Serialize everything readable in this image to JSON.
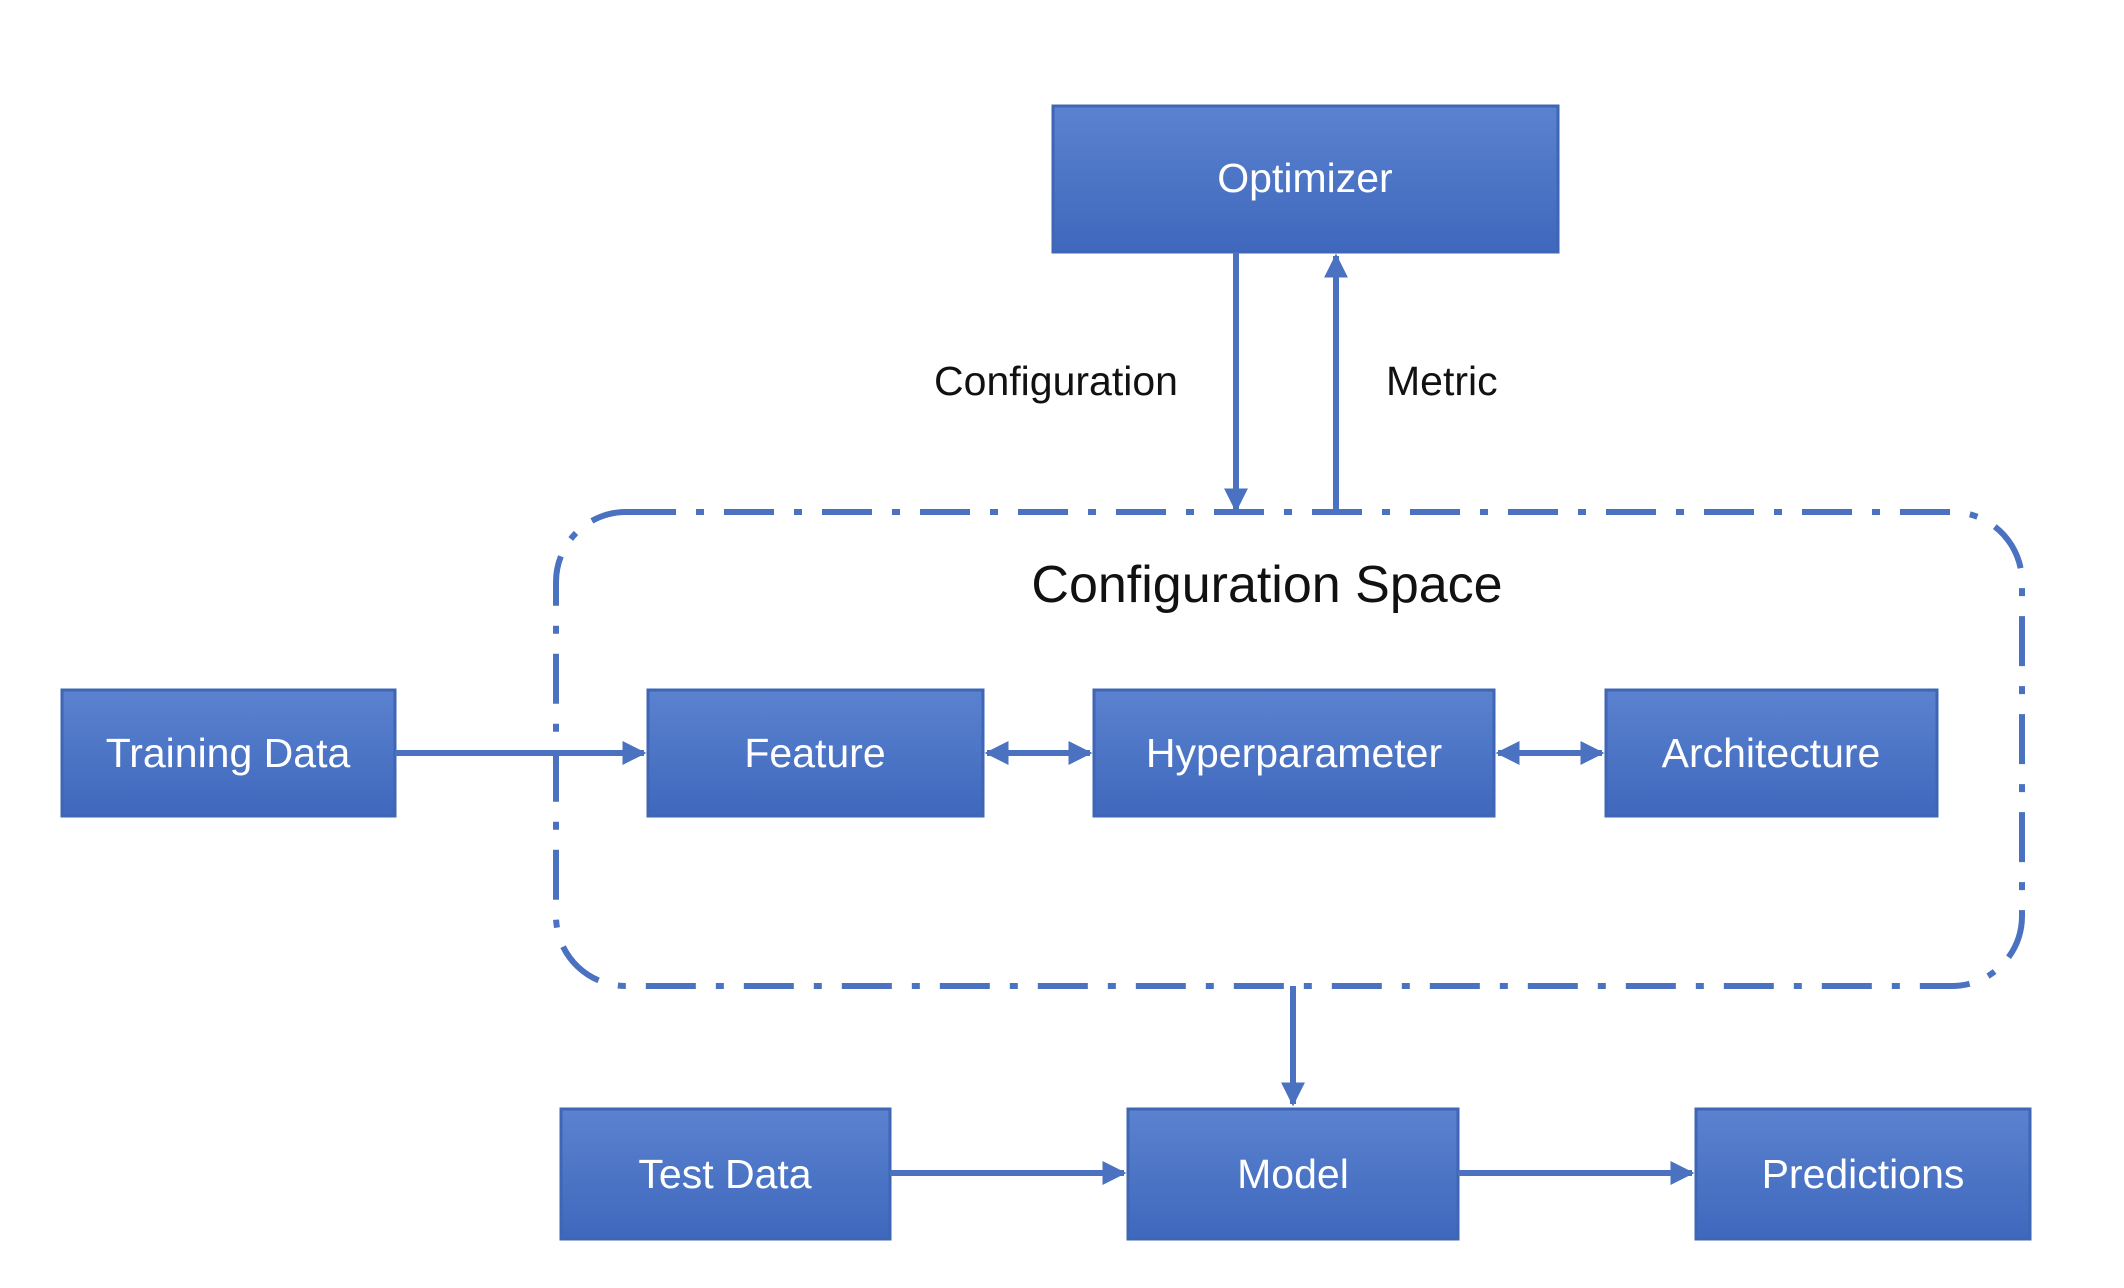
{
  "diagram": {
    "title": "",
    "nodes": {
      "optimizer": "Optimizer",
      "training_data": "Training Data",
      "feature": "Feature",
      "hyperparameter": "Hyperparameter",
      "architecture": "Architecture",
      "test_data": "Test Data",
      "model": "Model",
      "predictions": "Predictions"
    },
    "regions": {
      "configuration_space": "Configuration Space"
    },
    "edge_labels": {
      "configuration": "Configuration",
      "metric": "Metric"
    },
    "edges": [
      {
        "from": "optimizer",
        "to": "configuration_space",
        "label": "Configuration"
      },
      {
        "from": "configuration_space",
        "to": "optimizer",
        "label": "Metric"
      },
      {
        "from": "training_data",
        "to": "feature"
      },
      {
        "from": "feature",
        "to": "hyperparameter",
        "bidirectional": true
      },
      {
        "from": "hyperparameter",
        "to": "architecture",
        "bidirectional": true
      },
      {
        "from": "configuration_space",
        "to": "model"
      },
      {
        "from": "test_data",
        "to": "model"
      },
      {
        "from": "model",
        "to": "predictions"
      }
    ]
  },
  "colors": {
    "box_fill_top": "#5b82cf",
    "box_fill_bottom": "#3f68bd",
    "edge": "#4a72c0",
    "text_dark": "#111111",
    "text_light": "#ffffff"
  }
}
